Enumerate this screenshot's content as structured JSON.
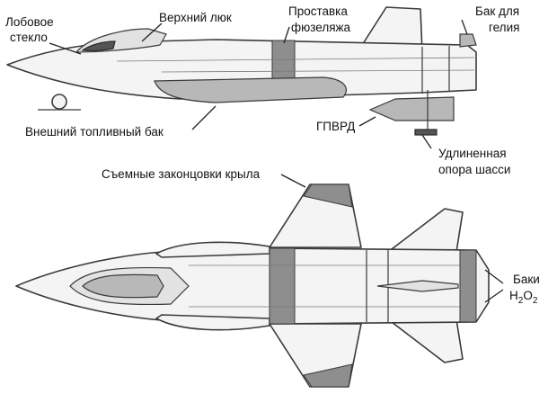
{
  "labels": {
    "windshield": [
      "Лобовое",
      "стекло"
    ],
    "upper_hatch": "Верхний люк",
    "fuselage_spacer": [
      "Проставка",
      "фюзеляжа"
    ],
    "helium_tank": [
      "Бак для",
      "гелия"
    ],
    "external_fuel_tank": "Внешний топливный бак",
    "ramjet": "ГПВРД",
    "extended_gear": [
      "Удлиненная",
      "опора шасси"
    ],
    "wingtips": "Съемные законцовки крыла",
    "h2o2_tanks": [
      "Баки",
      "H",
      "2",
      "O",
      "2"
    ]
  },
  "colors": {
    "outline": "#3a3a3a",
    "fill": "#f4f4f4",
    "band": "#8e8e8e",
    "dark": "#555555"
  }
}
